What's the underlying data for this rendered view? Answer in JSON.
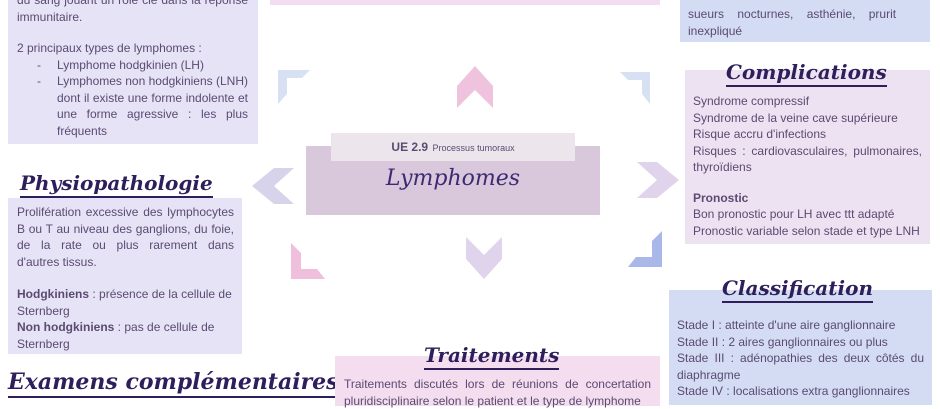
{
  "center": {
    "ue_code": "UE 2.9",
    "ue_name": "Processus tumoraux",
    "title": "Lymphomes"
  },
  "definition": {
    "intro_tail": "du sang jouant un rôle clé dans la réponse immunitaire.",
    "types_title": "2 principaux types de lymphomes :",
    "types": [
      "Lymphome hodgkinien (LH)",
      "Lymphomes non hodgkiniens (LNH) dont il existe une forme indolente et une forme agressive : les plus fréquents"
    ]
  },
  "physiopathologie": {
    "title": "Physiopathologie",
    "text": "Prolifération excessive des lymphocytes B ou T au niveau des ganglions, du foie, de la rate ou plus rarement dans d'autres tissus.",
    "hodgkin_label": "Hodgkiniens",
    "hodgkin_text": " : présence de la cellule de Sternberg",
    "nonhodgkin_label": "Non hodgkiniens",
    "nonhodgkin_text": " : pas de cellule de Sternberg"
  },
  "examens": {
    "title": "Examens complémentaires"
  },
  "traitements": {
    "title": "Traitements",
    "text": "Traitements discutés lors de réunions de concertation pluridisciplinaire selon le patient et le type de lymphome"
  },
  "symptomes": {
    "line1": "sueurs    nocturnes,    asthénie,    prurit",
    "line2": "inexpliqué"
  },
  "complications": {
    "title": "Complications",
    "items": [
      "Syndrome compressif",
      "Syndrome de la veine cave supérieure",
      "Risque accru d'infections",
      "Risques : cardiovasculaires, pulmonaires, thyroïdiens"
    ],
    "pronostic_title": "Pronostic",
    "pronostic_items": [
      "Bon pronostic pour LH avec ttt adapté",
      "Pronostic variable selon stade et type  LNH"
    ]
  },
  "classification": {
    "title": "Classification",
    "items": [
      "Stade I : atteinte d'une aire ganglionnaire",
      "Stade II : 2 aires ganglionnaires ou plus",
      "Stade III : adénopathies des deux côtés du diaphragme",
      "Stade IV : localisations extra ganglionnaires"
    ]
  },
  "colors": {
    "lavender": "#e6e3f6",
    "pink": "#f3ddee",
    "lilac": "#ede2f1",
    "mauve": "#d9c8dc",
    "blue": "#d3dcf2",
    "text": "#5b4a72",
    "heading": "#2e1f5c"
  }
}
